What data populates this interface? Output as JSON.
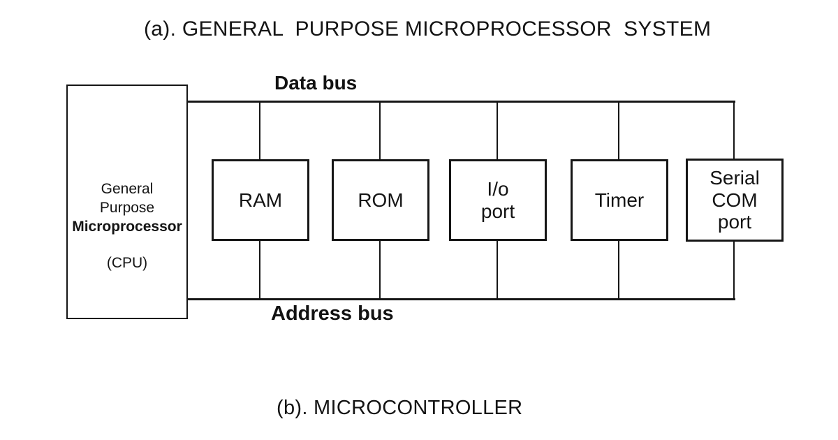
{
  "titles": {
    "section_a": "(a). GENERAL  PURPOSE MICROPROCESSOR  SYSTEM",
    "section_b": "(b). MICROCONTROLLER"
  },
  "buses": {
    "data_bus_label": "Data bus",
    "address_bus_label": "Address bus"
  },
  "cpu": {
    "name_top": "General\nPurpose",
    "name_bold": "Microprocessor",
    "alias": "(CPU)"
  },
  "peripherals": [
    {
      "label": "RAM"
    },
    {
      "label": "ROM"
    },
    {
      "label": "I/o\nport"
    },
    {
      "label": "Timer"
    },
    {
      "label": "Serial\nCOM\nport"
    }
  ],
  "colors": {
    "background": "#ffffff",
    "line": "#161616",
    "text": "#141414"
  }
}
